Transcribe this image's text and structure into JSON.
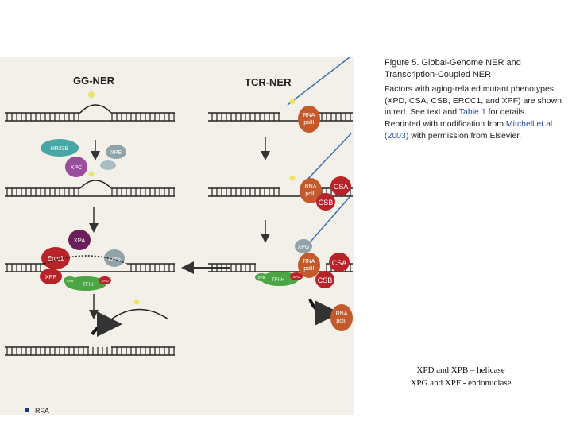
{
  "figure": {
    "gg_title": "GG-NER",
    "tcr_title": "TCR-NER",
    "legend_rpa": "RPA",
    "proteins": {
      "hr23b": "HR23B",
      "xpc": "XPC",
      "xpe": "XPE",
      "xpa": "XPA",
      "ercc1": "Ercc1",
      "xpf": "XPF",
      "xpg": "XPG",
      "xpb": "XPB",
      "tfiih": "TFIIH",
      "xpd": "XPD",
      "rna_line1": "RNA",
      "rna_line2": "polII",
      "csa": "CSA",
      "csb": "CSB"
    },
    "colors": {
      "red_protein": "#b8232a",
      "teal_protein": "#48a7a6",
      "purple_protein": "#9a4e9e",
      "green_protein": "#4aa542",
      "rna_pol": "#c45a2c",
      "gray_protein": "#8fa3a8",
      "panel_bg": "#f3f0ea"
    }
  },
  "caption": {
    "title": "Figure 5. Global-Genome NER and Transcription-Coupled NER",
    "line1": "Factors with aging-related mutant phenotypes (XPD, CSA, CSB, ERCC1, and XPF) are shown in red. See text and",
    "link1": "Table 1",
    "line2": "for details. Reprinted with modification from",
    "link2": "Mitchell et al. (2003)",
    "line3": "with permission from Elsevier."
  },
  "notes": {
    "line1": "XPD and XPB – helicase",
    "line2": "XPG and XPF - endonuclase"
  }
}
